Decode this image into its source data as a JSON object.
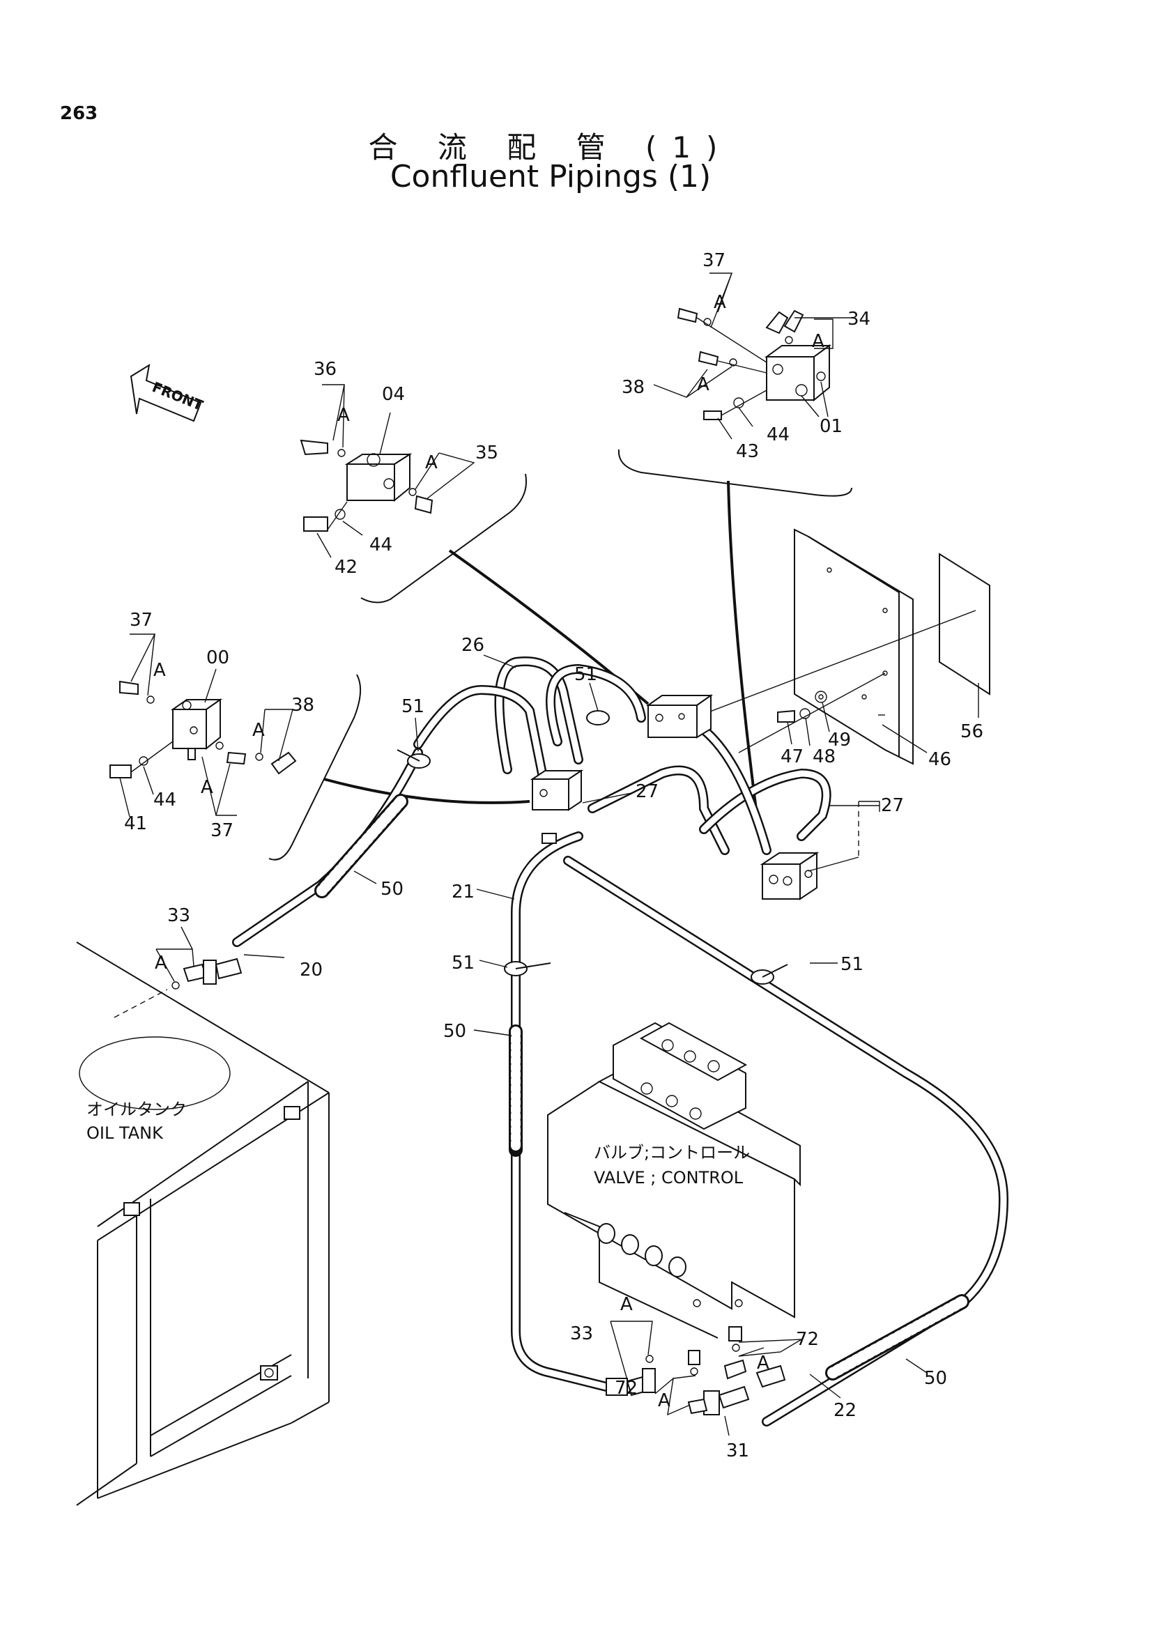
{
  "page_number": "263",
  "title_jp": "合 流 配 管 (1)",
  "title_en": "Confluent Pipings (1)",
  "front_label": "FRONT",
  "callouts": {
    "p37_top": "37",
    "pA_top37": "A",
    "p34": "34",
    "pA_34": "A",
    "p38_top": "38",
    "pA_38top": "A",
    "p01": "01",
    "p44_top": "44",
    "p43": "43",
    "p36": "36",
    "pA_36": "A",
    "p04": "04",
    "p35": "35",
    "pA_35": "A",
    "p44_mid": "44",
    "p42": "42",
    "p37_left": "37",
    "pA_37left": "A",
    "p00": "00",
    "p38_left": "38",
    "pA_38left": "A",
    "p44_left": "44",
    "p41": "41",
    "pA_37low": "A",
    "p37_low": "37",
    "p26": "26",
    "p51_a": "51",
    "p51_b": "51",
    "p27_a": "27",
    "p27_b": "27",
    "p47": "47",
    "p48": "48",
    "p49": "49",
    "p46": "46",
    "p56": "56",
    "p50_a": "50",
    "p21": "21",
    "p33_a": "33",
    "pA_33a": "A",
    "p20": "20",
    "p51_c": "51",
    "p51_d": "51",
    "p50_b": "50",
    "p33_b": "33",
    "pA_33b": "A",
    "p72_a": "72",
    "pA_72a": "A",
    "p72_b": "72",
    "pA_72b": "A",
    "p31": "31",
    "p22": "22",
    "p50_c": "50"
  },
  "labels": {
    "oil_tank_jp": "オイルタンク",
    "oil_tank_en": "OIL TANK",
    "valve_jp": "バルブ;コントロール",
    "valve_en": "VALVE ; CONTROL"
  }
}
